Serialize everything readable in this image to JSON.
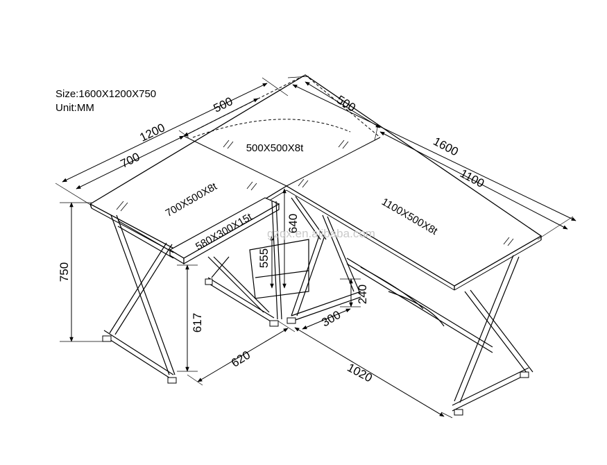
{
  "info": {
    "size": "Size:1600X1200X750",
    "unit": "Unit:MM"
  },
  "dimensions": {
    "left_total": "1200",
    "left_front": "700",
    "left_corner": "500",
    "right_corner": "500",
    "right_total": "1600",
    "right_front": "1100",
    "height": "750",
    "leg_clear": "617",
    "base_left": "620",
    "base_right": "1020",
    "inner_h1": "640",
    "inner_h2": "555",
    "support_depth": "300",
    "support_h": "240"
  },
  "panels": {
    "left": "700X500X8t",
    "corner": "500X500X8t",
    "right": "1100X500X8t",
    "keyboard": "580X300X15t"
  },
  "watermark": "gzqx.en.alibaba.com"
}
